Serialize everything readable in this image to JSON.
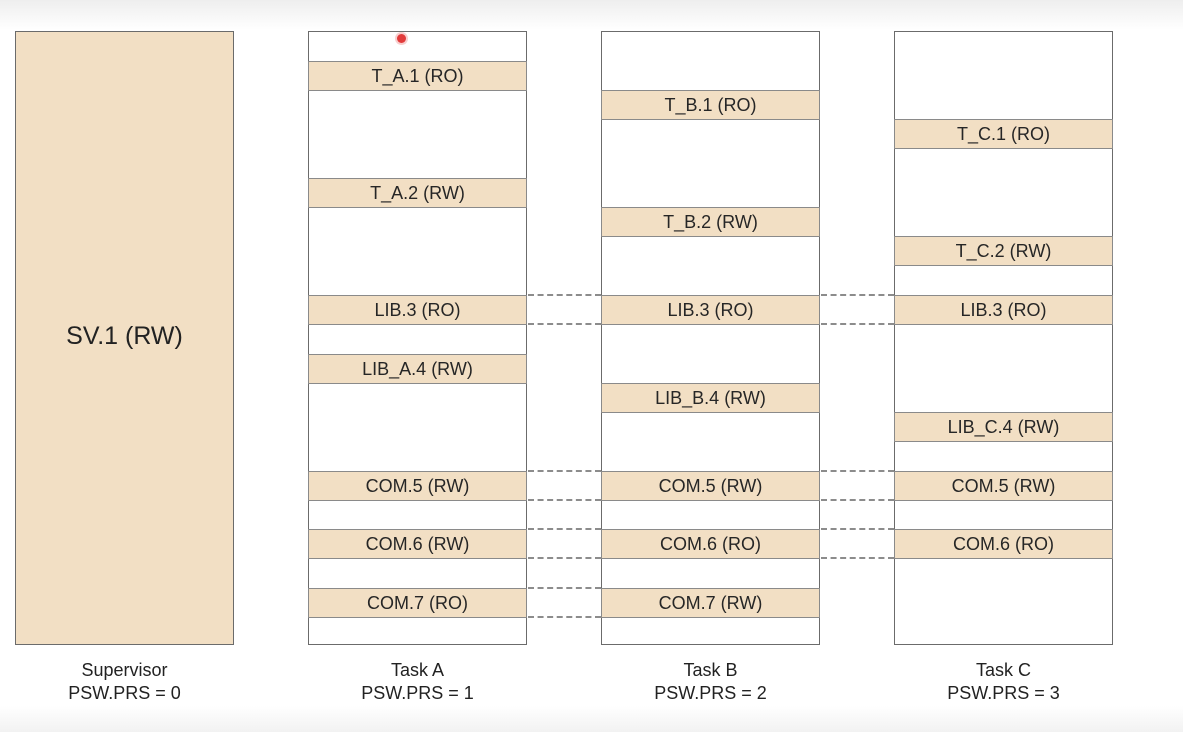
{
  "supervisor": {
    "region_label": "SV.1 (RW)",
    "caption_name": "Supervisor",
    "caption_prs": "PSW.PRS = 0"
  },
  "task_a": {
    "caption_name": "Task A",
    "caption_prs": "PSW.PRS = 1",
    "regions": [
      "T_A.1 (RO)",
      "T_A.2 (RW)",
      "LIB.3 (RO)",
      "LIB_A.4 (RW)",
      "COM.5 (RW)",
      "COM.6 (RW)",
      "COM.7 (RO)"
    ]
  },
  "task_b": {
    "caption_name": "Task B",
    "caption_prs": "PSW.PRS = 2",
    "regions": [
      "T_B.1 (RO)",
      "T_B.2 (RW)",
      "LIB.3 (RO)",
      "LIB_B.4 (RW)",
      "COM.5 (RW)",
      "COM.6 (RO)",
      "COM.7 (RW)"
    ]
  },
  "task_c": {
    "caption_name": "Task C",
    "caption_prs": "PSW.PRS = 3",
    "regions": [
      "T_C.1 (RO)",
      "T_C.2 (RW)",
      "LIB.3 (RO)",
      "LIB_C.4 (RW)",
      "COM.5 (RW)",
      "COM.6 (RO)"
    ]
  },
  "colors": {
    "region_fill": "#f2dfc4",
    "border": "#6b6b6b",
    "dash": "#8c8c8c"
  }
}
